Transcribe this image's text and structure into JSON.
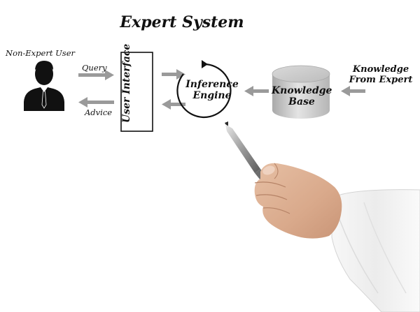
{
  "title": "Expert System",
  "nodes": {
    "non_expert_user": "Non-Expert User",
    "user_interface": "User Interface",
    "inference_engine": [
      "Inference",
      "Engine"
    ],
    "knowledge_base": [
      "Knowledge",
      "Base"
    ],
    "knowledge_source": [
      "Knowledge",
      "From Expert"
    ]
  },
  "edges": {
    "query": "Query",
    "advice": "Advice"
  },
  "colors": {
    "arrow": "#9a9a9a",
    "cylinder": "#c8c8c8",
    "ink": "#111111"
  }
}
